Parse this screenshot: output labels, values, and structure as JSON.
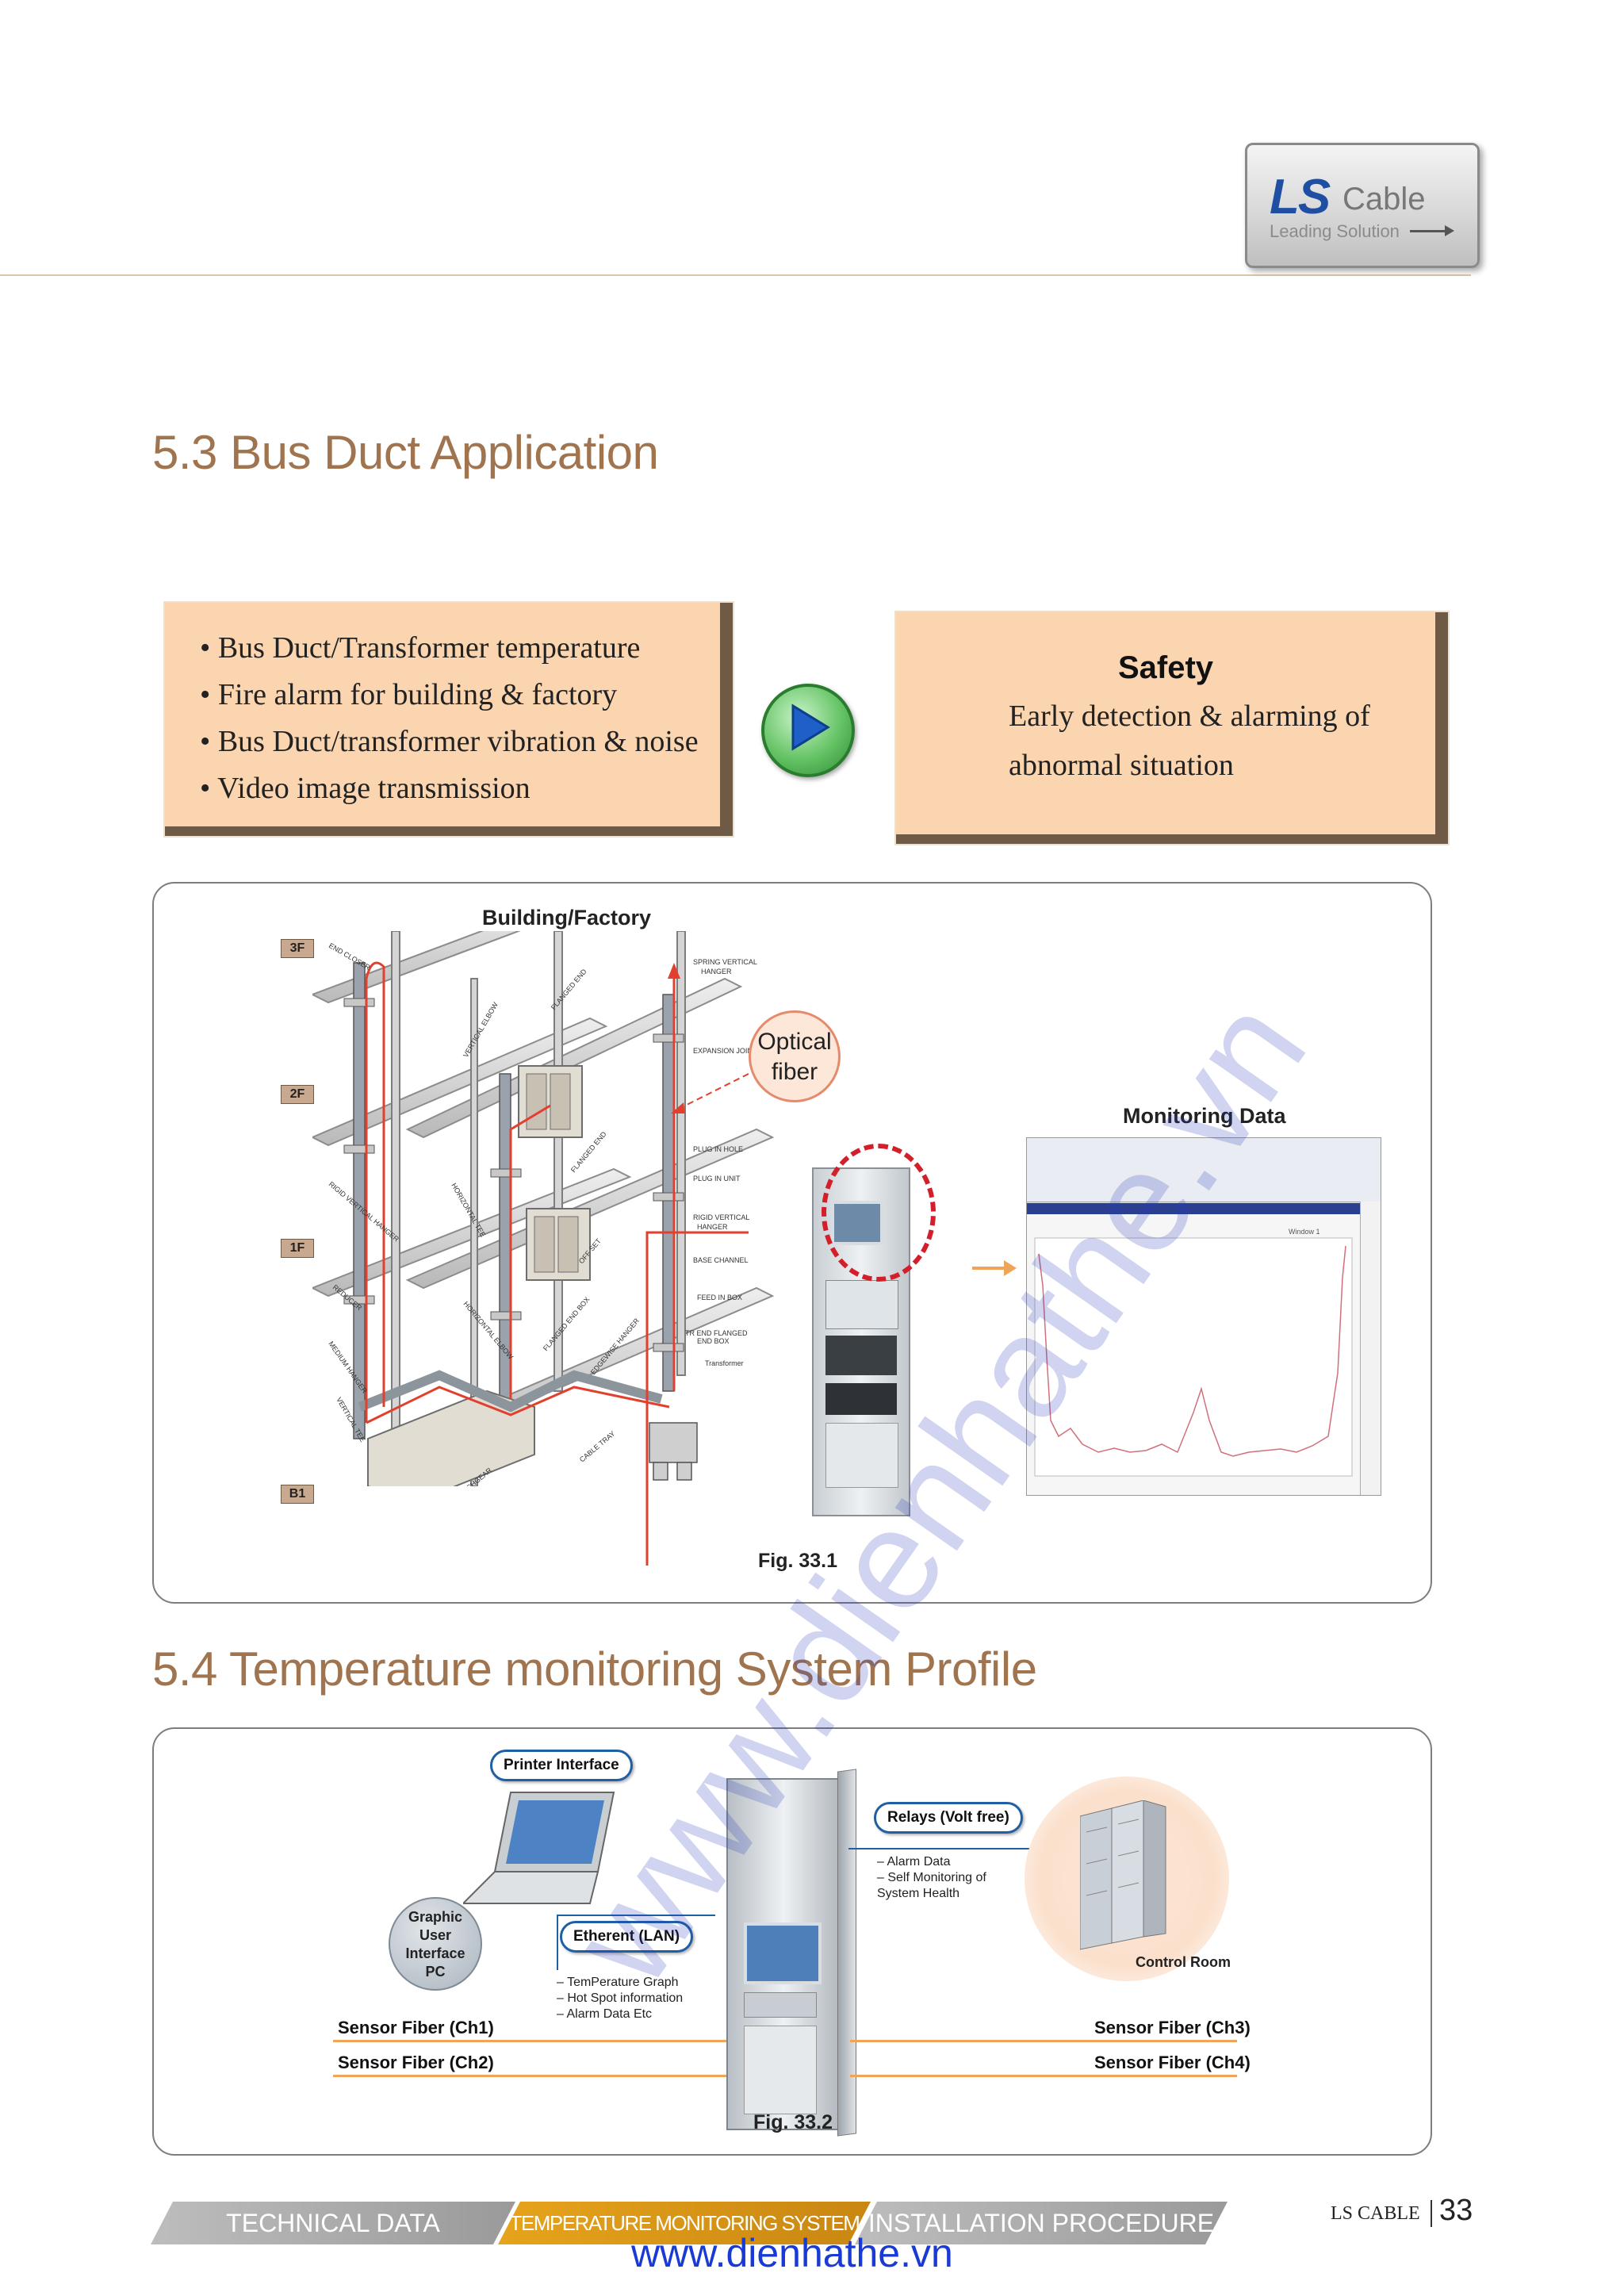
{
  "brand": {
    "logo_mark": "LS",
    "logo_word": "Cable",
    "tagline": "Leading Solution"
  },
  "section_53": {
    "title": "5.3 Bus Duct Application",
    "left_box_items": [
      "Bus Duct/Transformer temperature",
      "Fire alarm for building & factory",
      "Bus Duct/transformer vibration & noise",
      "Video image transmission"
    ],
    "right_box": {
      "title": "Safety",
      "text": "Early detection & alarming of abnormal situation"
    }
  },
  "figure_331": {
    "heading": "Building/Factory",
    "floors": [
      "3F",
      "2F",
      "1F",
      "B1"
    ],
    "optical_label_line1": "Optical",
    "optical_label_line2": "fiber",
    "monitoring_label": "Monitoring  Data",
    "caption": "Fig. 33.1",
    "diagram_labels": [
      "END CLOSER",
      "VERTICAL ELBOW",
      "FLANGED END",
      "SPRING VERTICAL HANGER",
      "EXPANSION JOINT",
      "RIGID VERTICAL HANGER",
      "HORIZONTAL TEE",
      "FLANGED END",
      "PLUG IN HOLE",
      "PLUG IN UNIT",
      "RIGID VERTICAL HANGER",
      "REDUCER",
      "BASE CHANNEL",
      "MEDIUM HANGER",
      "HORIZONTAL ELBOW",
      "OFF SET",
      "FEED IN BOX",
      "VERTICAL TEE",
      "FLANGED END BOX",
      "EDGEWISE HANGER",
      "TR END FLANGED END BOX",
      "Transformer",
      "SWITCHGEAR",
      "CABLE TRAY"
    ]
  },
  "section_54": {
    "title": "5.4 Temperature monitoring System Profile",
    "printer_interface": "Printer Interface",
    "gui_pc_line1": "Graphic",
    "gui_pc_line2": "User",
    "gui_pc_line3": "Interface",
    "gui_pc_line4": "PC",
    "ethernet": "Etherent (LAN)",
    "ethernet_items": [
      "TemPerature Graph",
      "Hot Spot information",
      "Alarm Data Etc"
    ],
    "relays": "Relays (Volt free)",
    "relay_items": [
      "Alarm Data",
      "Self Monitoring of System Health"
    ],
    "control_room": "Control Room",
    "sensor_ch1": "Sensor Fiber (Ch1)",
    "sensor_ch2": "Sensor Fiber (Ch2)",
    "sensor_ch3": "Sensor Fiber (Ch3)",
    "sensor_ch4": "Sensor Fiber (Ch4)",
    "caption": "Fig. 33.2"
  },
  "footer": {
    "tab_technical": "TECHNICAL DATA",
    "tab_temperature": "TEMPERATURE MONITORING SYSTEM for BUS DUCT",
    "tab_installation": "INSTALLATION PROCEDURE",
    "page_label": "LS CABLE",
    "page_number": "33",
    "url": "www.dienhathe.vn"
  },
  "watermark": "www.dienhathe.vn",
  "colors": {
    "title_brown": "#a17450",
    "box_fill": "#fad5b0",
    "fiber_red": "#e2402e",
    "accent_orange": "#f0a45a",
    "link_blue": "#1a3ad6"
  }
}
